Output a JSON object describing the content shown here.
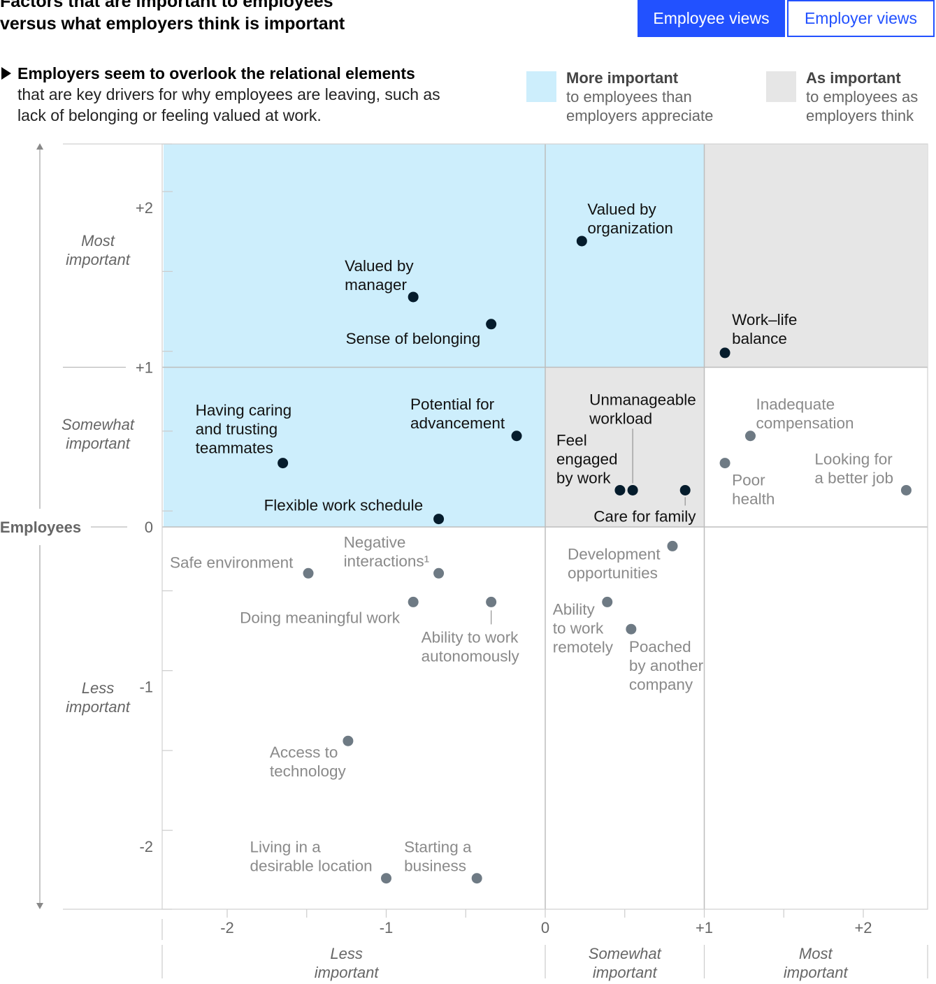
{
  "header": {
    "title": "Factors that are important to employees\nversus what employers think is important",
    "tabs": [
      {
        "label": "Employee views",
        "active": true
      },
      {
        "label": "Employer views",
        "active": false
      }
    ],
    "subtitle_bold": "Employers seem to overlook the relational elements",
    "subtitle_rest": "that are key drivers for why employees are leaving, such as lack of belonging or feeling valued at work."
  },
  "legend": [
    {
      "heading": "More important",
      "text": "to employees than\nemployers appreciate",
      "color": "#cdeefc"
    },
    {
      "heading": "As important",
      "text": "to employees as\nemployers think",
      "color": "#e6e6e6"
    }
  ],
  "colors": {
    "accent": "#2251ff",
    "more_important_fill": "#cdeefc",
    "as_important_fill": "#e6e6e6",
    "highlight_point": "#051c2c",
    "other_point": "#6e7a84",
    "highlight_label": "#000000",
    "other_label": "#8a8a8a"
  },
  "chart_data": {
    "type": "scatter",
    "xlim": [
      -2.4,
      2.4
    ],
    "ylim": [
      -2.4,
      2.4
    ],
    "x_ticks": [
      "-2",
      "-1",
      "0",
      "+1",
      "+2"
    ],
    "y_ticks": [
      "+2",
      "+1",
      "0",
      "-1",
      "-2"
    ],
    "y_axis_title": "Employees",
    "y_bands": [
      "Most\nimportant",
      "Somewhat\nimportant",
      "Less\nimportant"
    ],
    "x_bands": [
      "Less\nimportant",
      "Somewhat\nimportant",
      "Most\nimportant"
    ],
    "regions": [
      {
        "kind": "more",
        "x": [
          -2.4,
          0
        ],
        "y": [
          0,
          2.4
        ]
      },
      {
        "kind": "more",
        "x": [
          0,
          1
        ],
        "y": [
          1,
          2.4
        ]
      },
      {
        "kind": "as",
        "x": [
          1,
          2.4
        ],
        "y": [
          1,
          2.4
        ]
      },
      {
        "kind": "as",
        "x": [
          0,
          1
        ],
        "y": [
          0,
          1
        ]
      }
    ],
    "points": [
      {
        "label": "Valued by\norganization",
        "x": 0.23,
        "y": 1.79,
        "highlight": true
      },
      {
        "label": "Valued by\nmanager",
        "x": -0.83,
        "y": 1.44,
        "highlight": true
      },
      {
        "label": "Sense of belonging",
        "x": -0.34,
        "y": 1.27,
        "highlight": true
      },
      {
        "label": "Work–life\nbalance",
        "x": 1.13,
        "y": 1.09,
        "highlight": true
      },
      {
        "label": "Potential for\nadvancement",
        "x": -0.18,
        "y": 0.57,
        "highlight": true
      },
      {
        "label": "Having caring\nand trusting\nteammates",
        "x": -1.65,
        "y": 0.4,
        "highlight": true
      },
      {
        "label": "Unmanageable\nworkload",
        "x": 0.55,
        "y": 0.23,
        "highlight": true
      },
      {
        "label": "Feel\nengaged\nby work",
        "x": 0.47,
        "y": 0.23,
        "highlight": true
      },
      {
        "label": "Care for family",
        "x": 0.88,
        "y": 0.23,
        "highlight": true
      },
      {
        "label": "Flexible work schedule",
        "x": -0.67,
        "y": 0.05,
        "highlight": true
      },
      {
        "label": "Inadequate\ncompensation",
        "x": 1.29,
        "y": 0.57,
        "highlight": false
      },
      {
        "label": "Poor\nhealth",
        "x": 1.13,
        "y": 0.4,
        "highlight": false
      },
      {
        "label": "Looking for\na better job",
        "x": 2.27,
        "y": 0.23,
        "highlight": false
      },
      {
        "label": "Development\nopportunities",
        "x": 0.8,
        "y": -0.12,
        "highlight": false
      },
      {
        "label": "Safe environment",
        "x": -1.49,
        "y": -0.29,
        "highlight": false
      },
      {
        "label": "Negative\ninteractions¹",
        "x": -0.67,
        "y": -0.29,
        "highlight": false
      },
      {
        "label": "Doing meaningful work",
        "x": -0.83,
        "y": -0.47,
        "highlight": false
      },
      {
        "label": "Ability to work\nautonomously",
        "x": -0.34,
        "y": -0.47,
        "highlight": false
      },
      {
        "label": "Ability\nto work\nremotely",
        "x": 0.39,
        "y": -0.47,
        "highlight": false
      },
      {
        "label": "Poached\nby another\ncompany",
        "x": 0.54,
        "y": -0.64,
        "highlight": false
      },
      {
        "label": "Access to\ntechnology",
        "x": -1.24,
        "y": -1.34,
        "highlight": false
      },
      {
        "label": "Living in a\ndesirable location",
        "x": -1.0,
        "y": -2.2,
        "highlight": false
      },
      {
        "label": "Starting a\nbusiness",
        "x": -0.43,
        "y": -2.2,
        "highlight": false
      }
    ]
  }
}
